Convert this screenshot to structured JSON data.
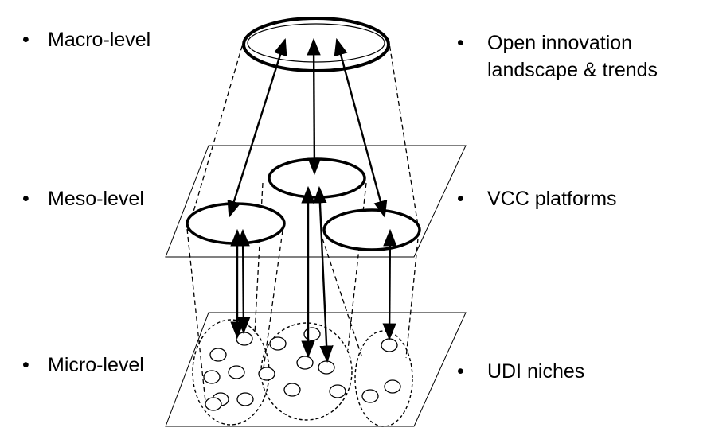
{
  "levels": [
    {
      "bullet": "•",
      "name": "Macro-level",
      "description": "Open innovation\nlandscape & trends"
    },
    {
      "bullet": "•",
      "name": "Meso-level",
      "description": "VCC platforms"
    },
    {
      "bullet": "•",
      "name": "Micro-level",
      "description": "UDI niches"
    }
  ]
}
